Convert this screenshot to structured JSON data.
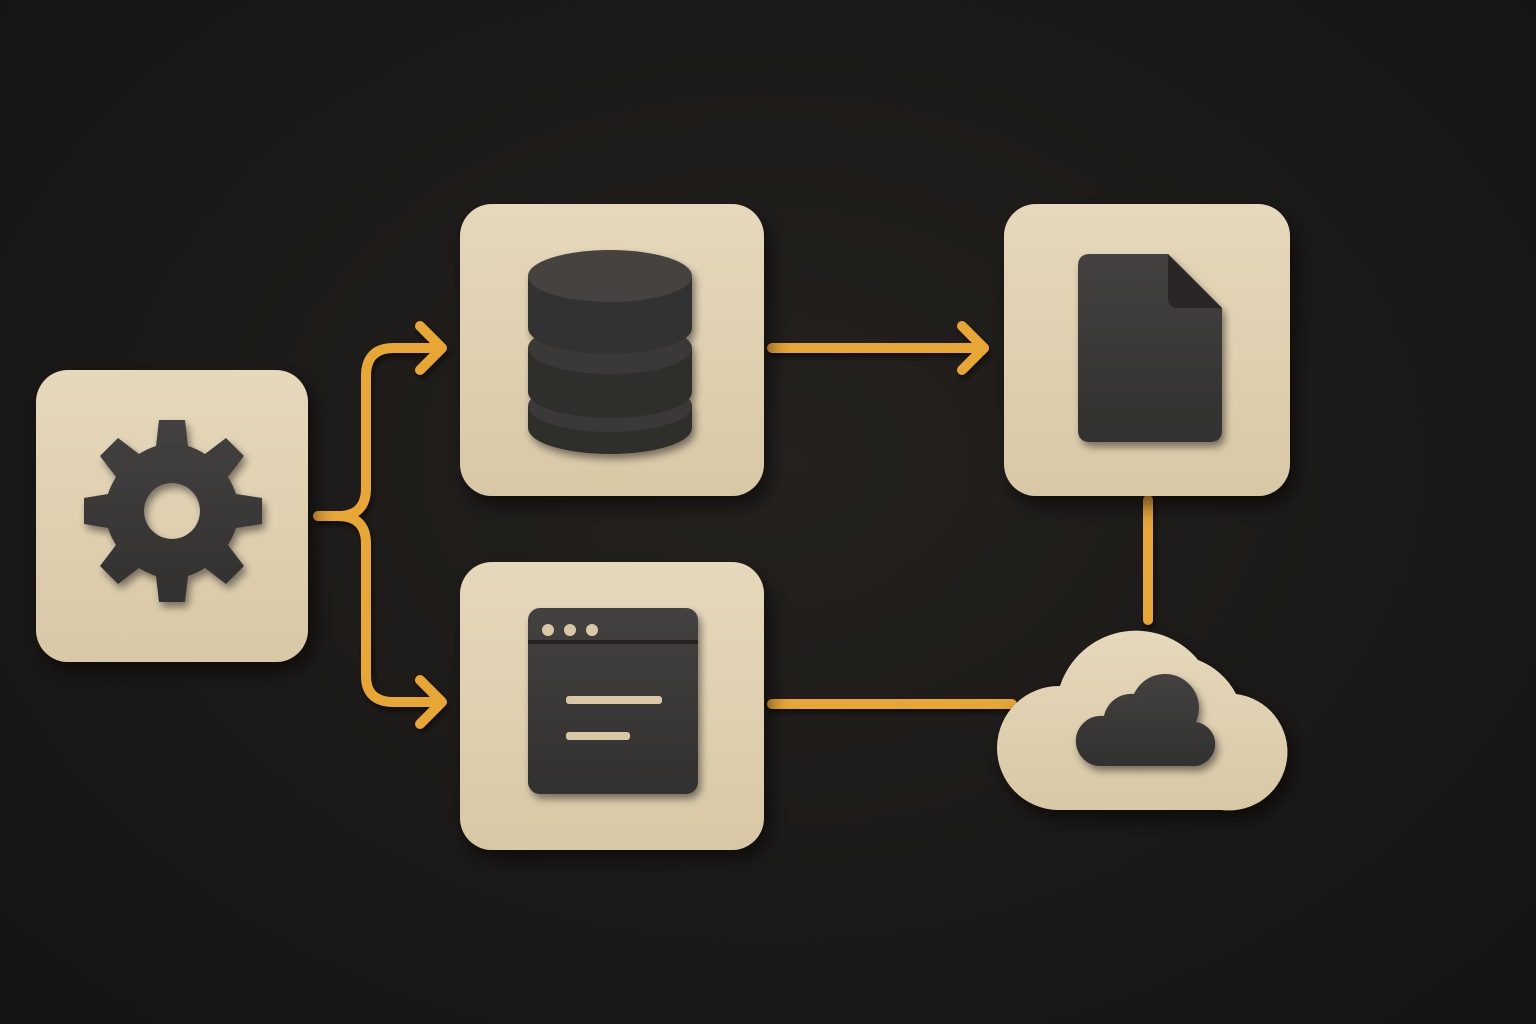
{
  "colors": {
    "background": "#1b1917",
    "tile": "#e2d3b5",
    "tile_edge": "#c9b898",
    "icon": "#3a3836",
    "connector": "#e8a636"
  },
  "nodes": [
    {
      "id": "settings",
      "icon": "gear-icon"
    },
    {
      "id": "database",
      "icon": "database-icon"
    },
    {
      "id": "document",
      "icon": "document-icon"
    },
    {
      "id": "app-window",
      "icon": "window-icon"
    },
    {
      "id": "cloud",
      "icon": "cloud-icon"
    }
  ],
  "edges": [
    {
      "from": "settings",
      "to": "database",
      "arrow": true
    },
    {
      "from": "settings",
      "to": "app-window",
      "arrow": true
    },
    {
      "from": "database",
      "to": "document",
      "arrow": true
    },
    {
      "from": "document",
      "to": "cloud",
      "arrow": false
    },
    {
      "from": "app-window",
      "to": "cloud",
      "arrow": false
    }
  ]
}
